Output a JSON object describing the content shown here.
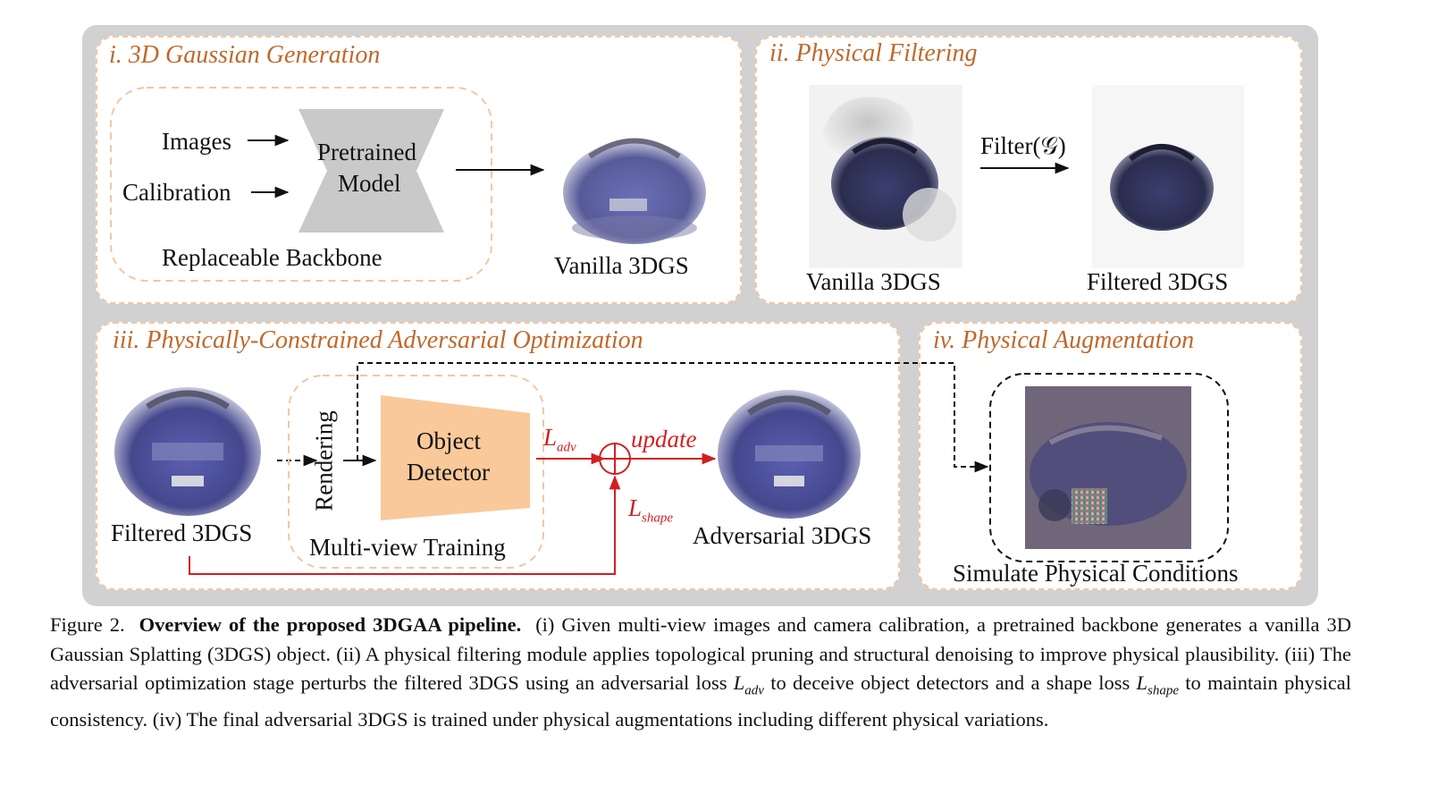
{
  "panels": {
    "p1": {
      "title": "i. 3D Gaussian Generation",
      "input_images": "Images",
      "input_calibration": "Calibration",
      "model_line1": "Pretrained",
      "model_line2": "Model",
      "backbone_label": "Replaceable Backbone",
      "output_label": "Vanilla 3DGS"
    },
    "p2": {
      "title": "ii. Physical Filtering",
      "filter_label": "Filter(𝒢)",
      "left_label": "Vanilla 3DGS",
      "right_label": "Filtered 3DGS"
    },
    "p3": {
      "title": "iii. Physically-Constrained Adversarial Optimization",
      "input_label": "Filtered 3DGS",
      "rendering_label": "Rendering",
      "detector_line1": "Object",
      "detector_line2": "Detector",
      "training_label": "Multi-view Training",
      "loss_adv_main": "L",
      "loss_adv_sub": "adv",
      "update_label": "update",
      "loss_shape_main": "L",
      "loss_shape_sub": "shape",
      "output_label": "Adversarial 3DGS"
    },
    "p4": {
      "title": "iv. Physical Augmentation",
      "simulate_label": "Simulate Physical Conditions"
    }
  },
  "caption": {
    "figure_number": "Figure 2.",
    "bold_title": "Overview of the proposed 3DGAA pipeline.",
    "text_part1": "(i) Given multi-view images and camera calibration, a pretrained backbone generates a vanilla 3D Gaussian Splatting (3DGS) object. (ii) A physical filtering module applies topological pruning and structural denoising to improve physical plausibility. (iii) The adversarial optimization stage perturbs the filtered 3DGS using an adversarial loss",
    "l_adv_main": "L",
    "l_adv_sub": "adv",
    "text_part2": "to deceive object detectors and a shape loss",
    "l_shape_main": "L",
    "l_shape_sub": "shape",
    "text_part3": "to maintain physical consistency. (iv) The final adversarial 3DGS is trained under physical augmentations including different physical variations."
  },
  "colors": {
    "title_orange": "#c0682a",
    "detector_fill": "#f9c99a",
    "backbone_fill": "#c9c9c9",
    "adversarial_red": "#d02020",
    "car_blue": "#4b4f9a"
  }
}
